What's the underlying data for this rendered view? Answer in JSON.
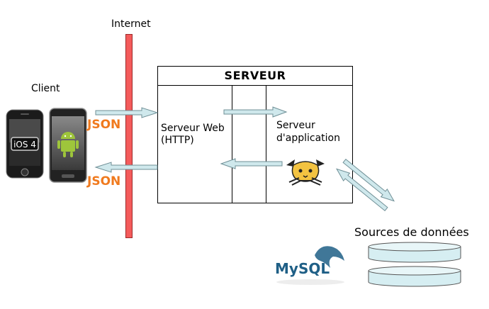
{
  "labels": {
    "internet": "Internet",
    "client": "Client",
    "server_title": "SERVEUR",
    "web_server_line1": "Serveur Web",
    "web_server_line2": "(HTTP)",
    "app_server_line1": "Serveur",
    "app_server_line2": "d'application",
    "data_sources": "Sources de données",
    "json_top": "JSON",
    "json_bottom": "JSON",
    "ios_badge": "iOS 4",
    "mysql_logo": "MySQL"
  },
  "colors": {
    "firewall": "#f45b5b",
    "arrow_fill": "#cfe8ec",
    "arrow_stroke": "#6f8f96",
    "json_orange": "#f07a1e",
    "database_fill": "#d6eef2",
    "android_green": "#9ec53b",
    "mysql_blue": "#1f5f86",
    "mysql_orange": "#e48e00"
  },
  "icons": [
    "iphone-icon",
    "android-phone-icon",
    "tomcat-icon",
    "mysql-logo-icon",
    "database-icon"
  ]
}
